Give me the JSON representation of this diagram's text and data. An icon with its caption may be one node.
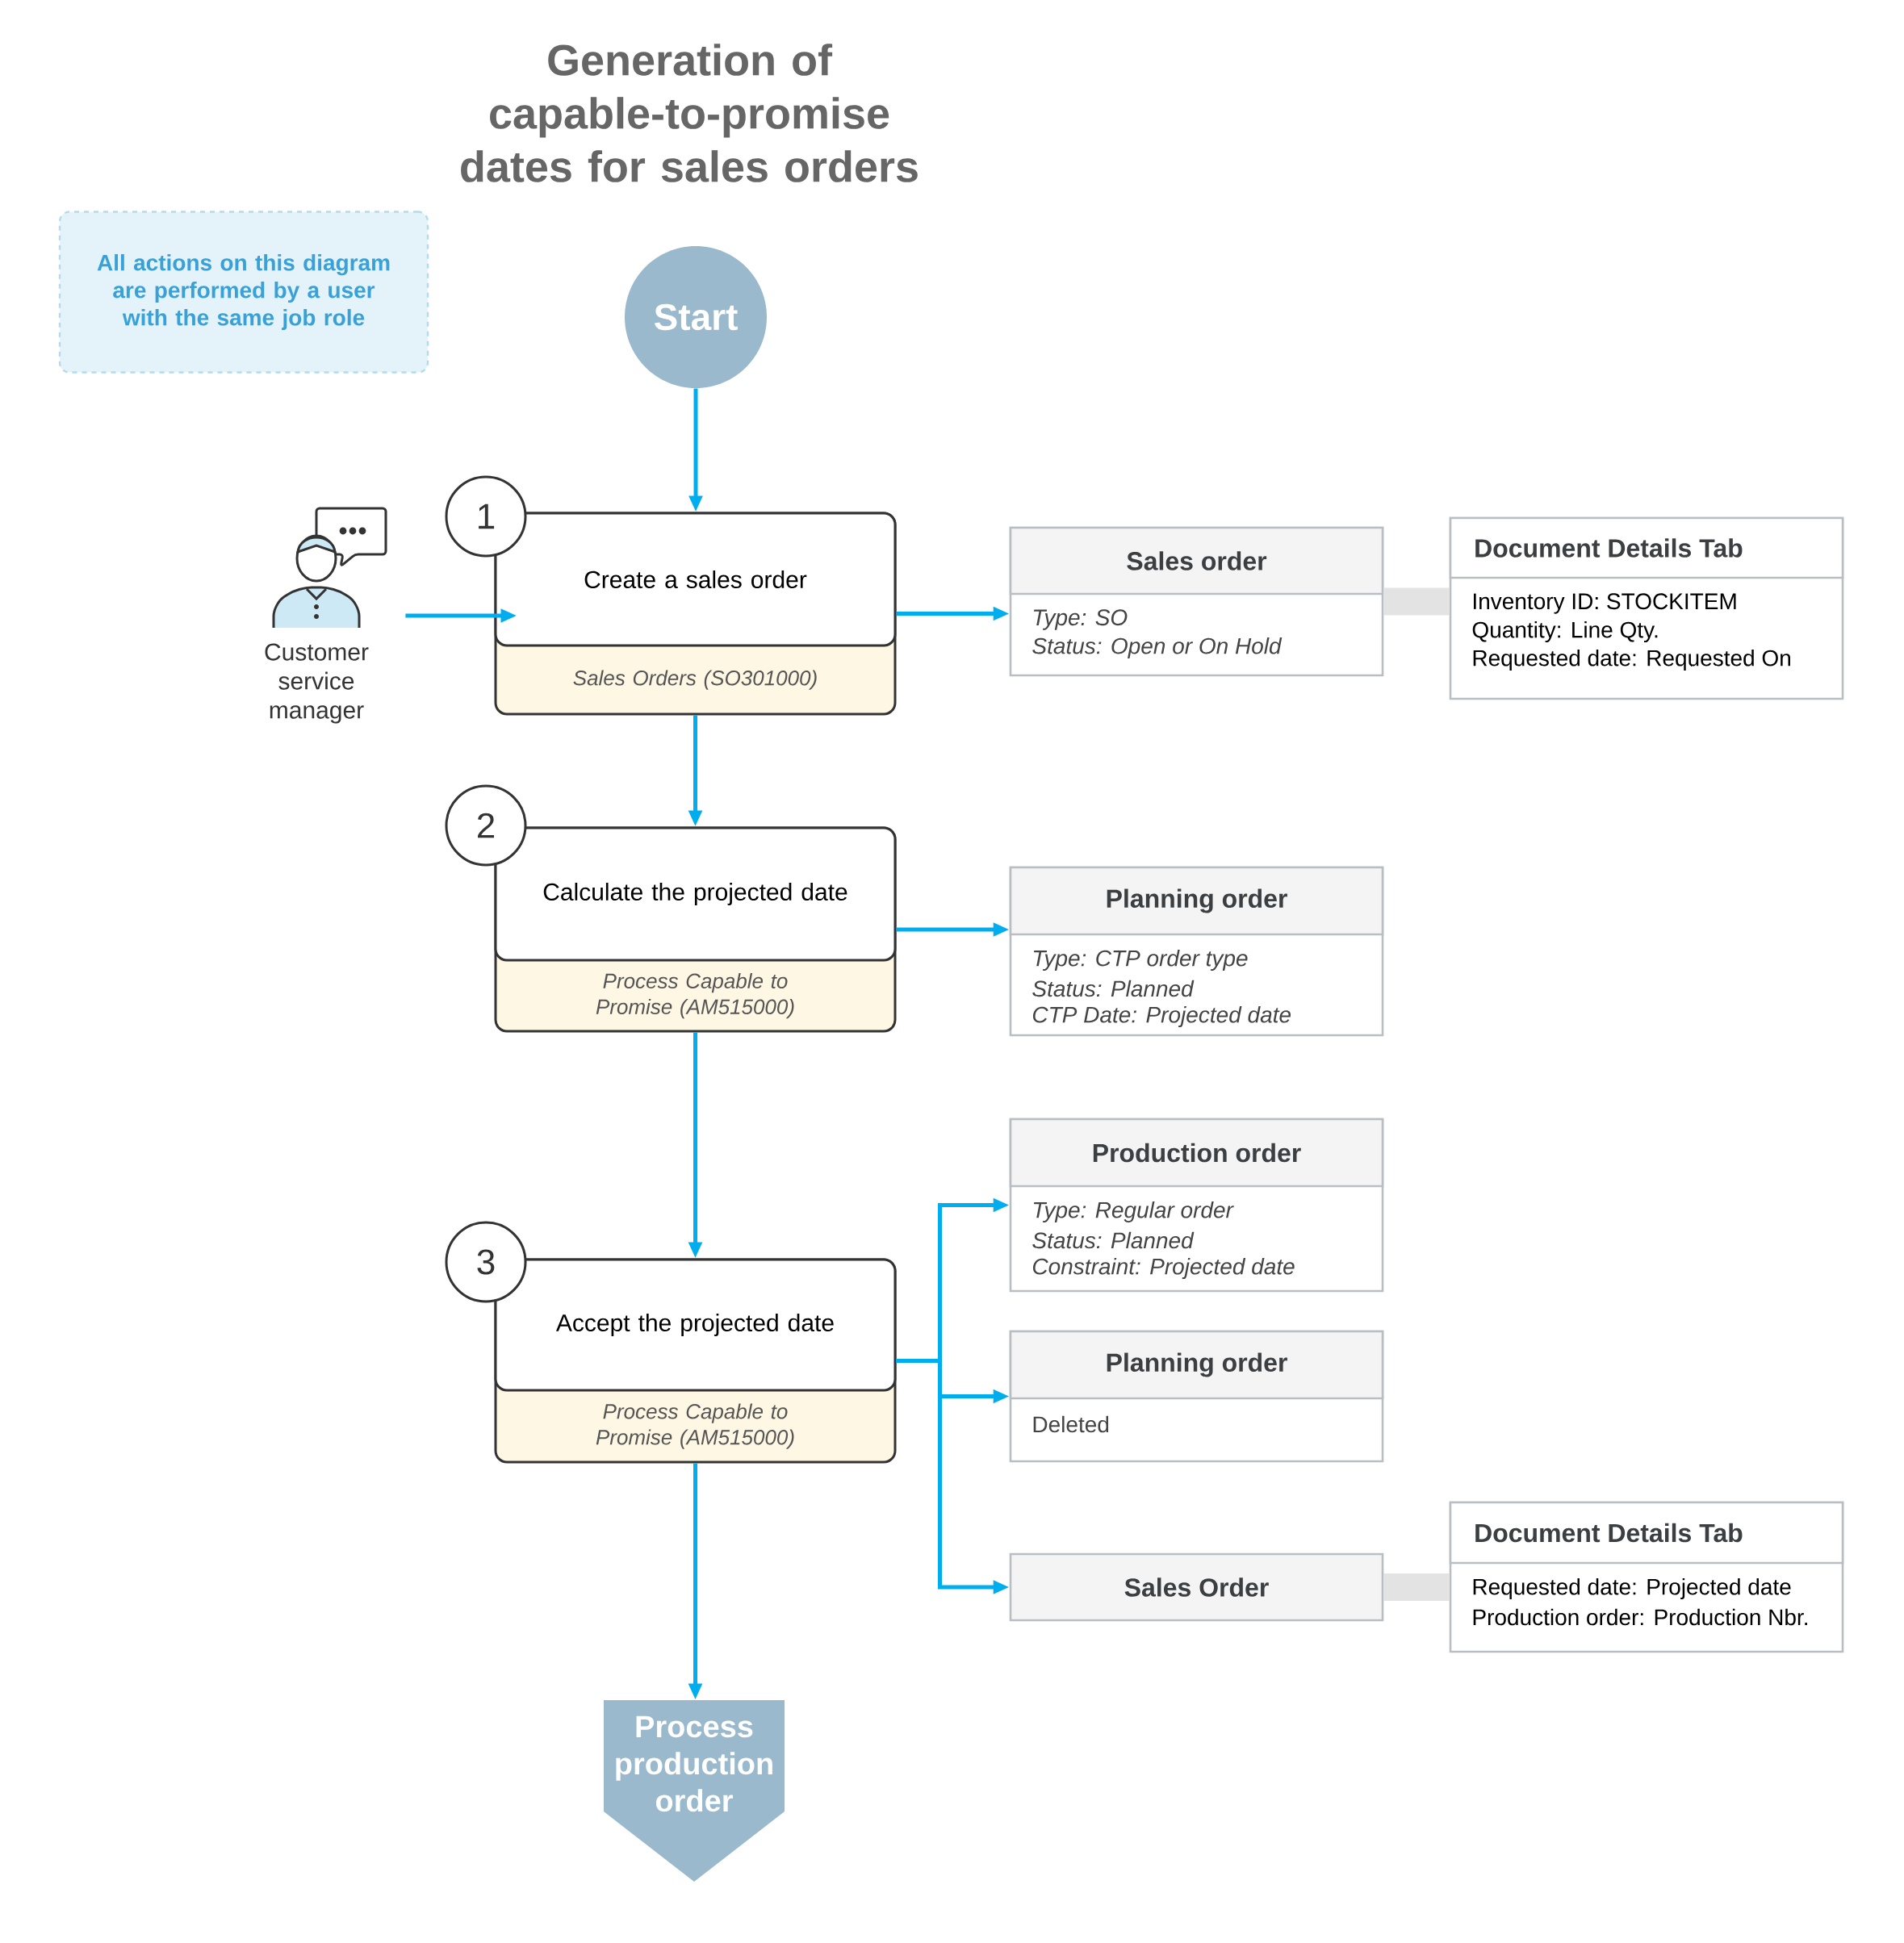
{
  "diagram": {
    "title": "Generation of capable-to-promise dates for sales orders",
    "nodes": [
      {
        "text": [
          "All actions on this diagram are performed by a user with the same job role"
        ]
      },
      {
        "text": [
          "Start"
        ]
      },
      {
        "text": [
          "Customer service manager"
        ]
      },
      {
        "text": [
          "Create a sales order",
          "Sales Orders (SO301000)"
        ],
        "beside": [
          "1"
        ]
      },
      {
        "text": [
          "Sales order",
          "Type: SO",
          "Status: Open or On Hold"
        ]
      },
      {
        "text": [
          "Document Details Tab",
          "Inventory ID: STOCKITEM",
          "Quantity: Line Qty.",
          "Requested date: Requested On"
        ]
      },
      {
        "text": [
          "Calculate the projected date",
          "Process Capable to Promise (AM515000)"
        ],
        "beside": [
          "2"
        ]
      },
      {
        "text": [
          "Planning order",
          "Type: CTP order type",
          "Status: Planned",
          "CTP Date: Projected date"
        ]
      },
      {
        "text": [
          "Accept the projected date",
          "Process Capable to Promise (AM515000)"
        ],
        "beside": [
          "3"
        ]
      },
      {
        "text": [
          "Production order",
          "Type: Regular order",
          "Status: Planned",
          "Constraint: Projected date"
        ]
      },
      {
        "text": [
          "Planning order",
          "Deleted"
        ]
      },
      {
        "text": [
          "Sales Order"
        ]
      },
      {
        "text": [
          "Document Details Tab",
          "Requested date: Projected date",
          "Production order: Production Nbr."
        ]
      },
      {
        "text": [
          "Process production order"
        ]
      }
    ],
    "edges": [
      {
        "from": 1,
        "to": 3,
        "arrow": "to"
      },
      {
        "from": 2,
        "to": 3,
        "arrow": "to"
      },
      {
        "from": 3,
        "to": 4,
        "arrow": "to"
      },
      {
        "from": 4,
        "to": 5,
        "arrow": "none",
        "style": "thick",
        "color": "#e3e3e3"
      },
      {
        "from": 3,
        "to": 6,
        "arrow": "to"
      },
      {
        "from": 6,
        "to": 7,
        "arrow": "to"
      },
      {
        "from": 6,
        "to": 8,
        "arrow": "to"
      },
      {
        "from": 8,
        "to": 9,
        "arrow": "to"
      },
      {
        "from": 8,
        "to": 10,
        "arrow": "to"
      },
      {
        "from": 8,
        "to": 11,
        "arrow": "to"
      },
      {
        "from": 11,
        "to": 12,
        "arrow": "none",
        "style": "thick",
        "color": "#e3e3e3"
      },
      {
        "from": 8,
        "to": 13,
        "arrow": "to"
      }
    ]
  }
}
